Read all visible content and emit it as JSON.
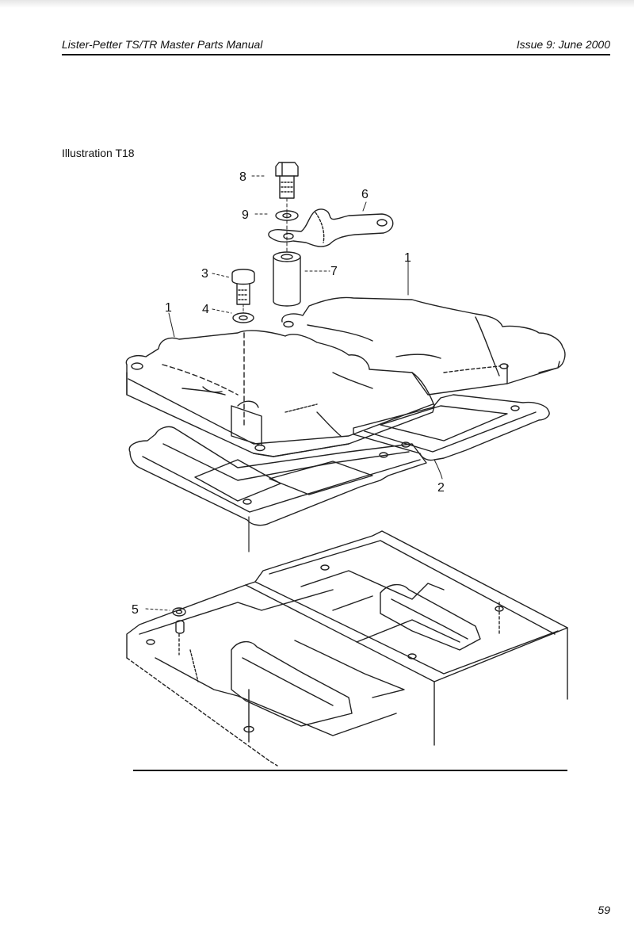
{
  "header": {
    "title": "Lister-Petter TS/TR Master Parts Manual",
    "issue": "Issue 9: June 2000"
  },
  "illustration": {
    "label": "Illustration T18",
    "callouts": [
      "8",
      "6",
      "9",
      "3",
      "7",
      "1",
      "4",
      "1",
      "2",
      "5"
    ]
  },
  "footer": {
    "page_number": "59"
  }
}
